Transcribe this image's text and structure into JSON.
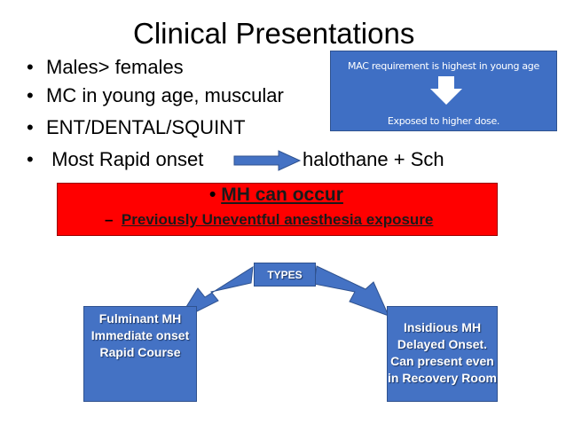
{
  "slide": {
    "title": "Clinical Presentations",
    "bullets": [
      {
        "marker": "•",
        "text": "Males> females"
      },
      {
        "marker": "•",
        "text": "MC in young age, muscular"
      },
      {
        "marker": "•",
        "text": "ENT/DENTAL/SQUINT"
      },
      {
        "marker": "•",
        "text": " Most Rapid onset"
      }
    ],
    "onset_result": "halothane + Sch",
    "mac_box": {
      "top_text": "MAC requirement is highest in young age",
      "bottom_text": "Exposed to higher dose."
    },
    "red_box": {
      "line1_marker": "•",
      "line1": "MH can occur",
      "line2_marker": "–",
      "line2": "Previously Uneventful anesthesia exposure"
    },
    "types_label": "TYPES",
    "fulminant": [
      "Fulminant MH",
      "Immediate onset",
      "Rapid Course"
    ],
    "insidious": [
      "Insidious MH",
      "Delayed Onset.",
      "Can present even",
      "in Recovery Room"
    ]
  },
  "colors": {
    "box_blue": "#4472c4",
    "mac_blue": "#3f6fc4",
    "red": "#ff0000",
    "arrow_blue": "#4472c4"
  }
}
